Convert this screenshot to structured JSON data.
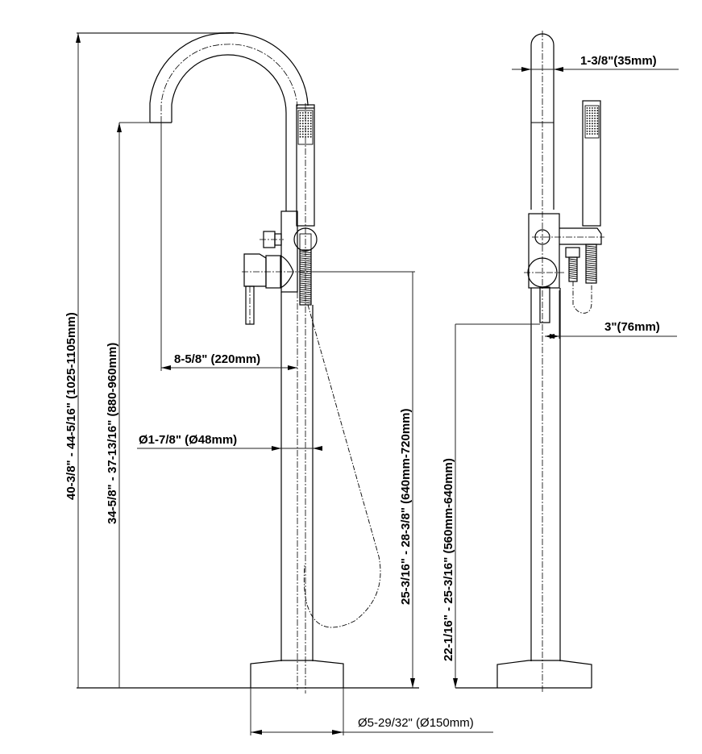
{
  "drawing": {
    "subject": "Freestanding bathtub faucet with hand shower",
    "views": [
      "front-view",
      "side-view"
    ],
    "colors": {
      "line": "#000000",
      "dimension": "#222222",
      "extension_gray": "#777777",
      "background": "#ffffff"
    }
  },
  "dimensions": {
    "overall_height": "40-3/8\" - 44-5/16\" (1025-1105mm)",
    "spout_outlet_height": "34-5/8\" - 37-13/16\" (880-960mm)",
    "spout_reach": "8-5/8\" (220mm)",
    "pipe_diameter": "Ø1-7/8\" (Ø48mm)",
    "handle_height_front": "25-3/16\" - 28-3/8\" (640mm-720mm)",
    "handle_height_side": "22-1/16\" - 25-3/16\" (560mm-640mm)",
    "spout_tube_diameter": "1-3/8\"(35mm)",
    "handle_projection": "3\"(76mm)",
    "base_diameter": "Ø5-29/32\" (Ø150mm)"
  }
}
